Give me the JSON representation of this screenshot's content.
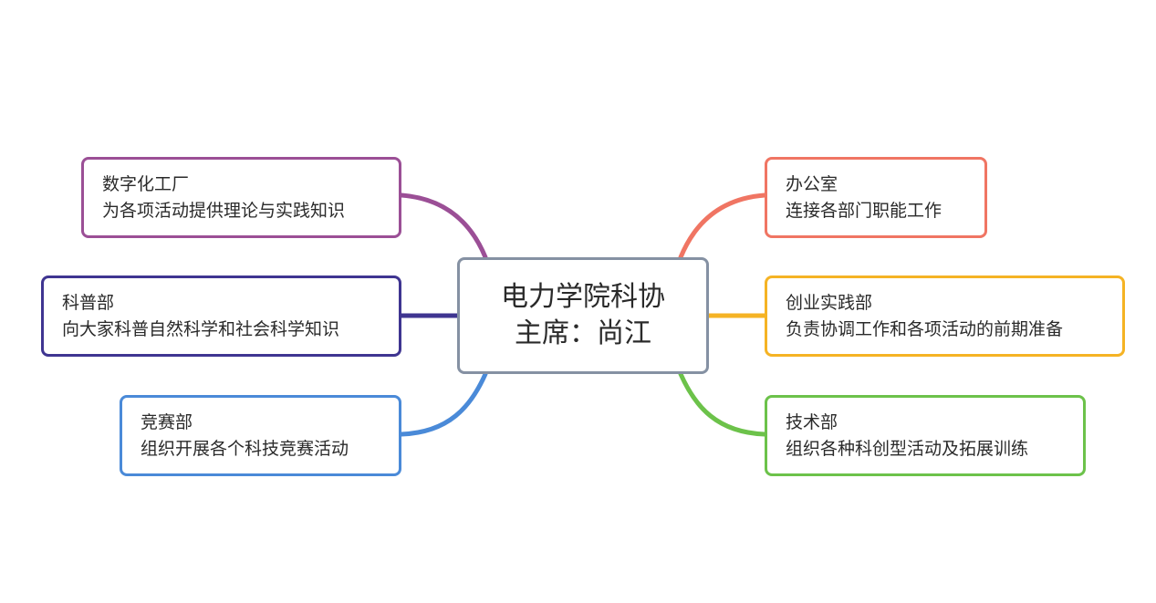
{
  "root": {
    "line1": "电力学院科协",
    "line2": "主席：尚江",
    "border_color": "#8591a3"
  },
  "branches": {
    "digital_factory": {
      "title": "数字化工厂",
      "desc": "为各项活动提供理论与实践知识",
      "color": "#9b4f96"
    },
    "popular_science": {
      "title": "科普部",
      "desc": "向大家科普自然科学和社会科学知识",
      "color": "#3f3591"
    },
    "competition": {
      "title": "竞赛部",
      "desc": "组织开展各个科技竞赛活动",
      "color": "#4a8ad8"
    },
    "office": {
      "title": "办公室",
      "desc": "连接各部门职能工作",
      "color": "#f07563"
    },
    "startup_practice": {
      "title": "创业实践部",
      "desc": "负责协调工作和各项活动的前期准备",
      "color": "#f5b324"
    },
    "technology": {
      "title": "技术部",
      "desc": "组织各种科创型活动及拓展训练",
      "color": "#6cc24a"
    }
  }
}
